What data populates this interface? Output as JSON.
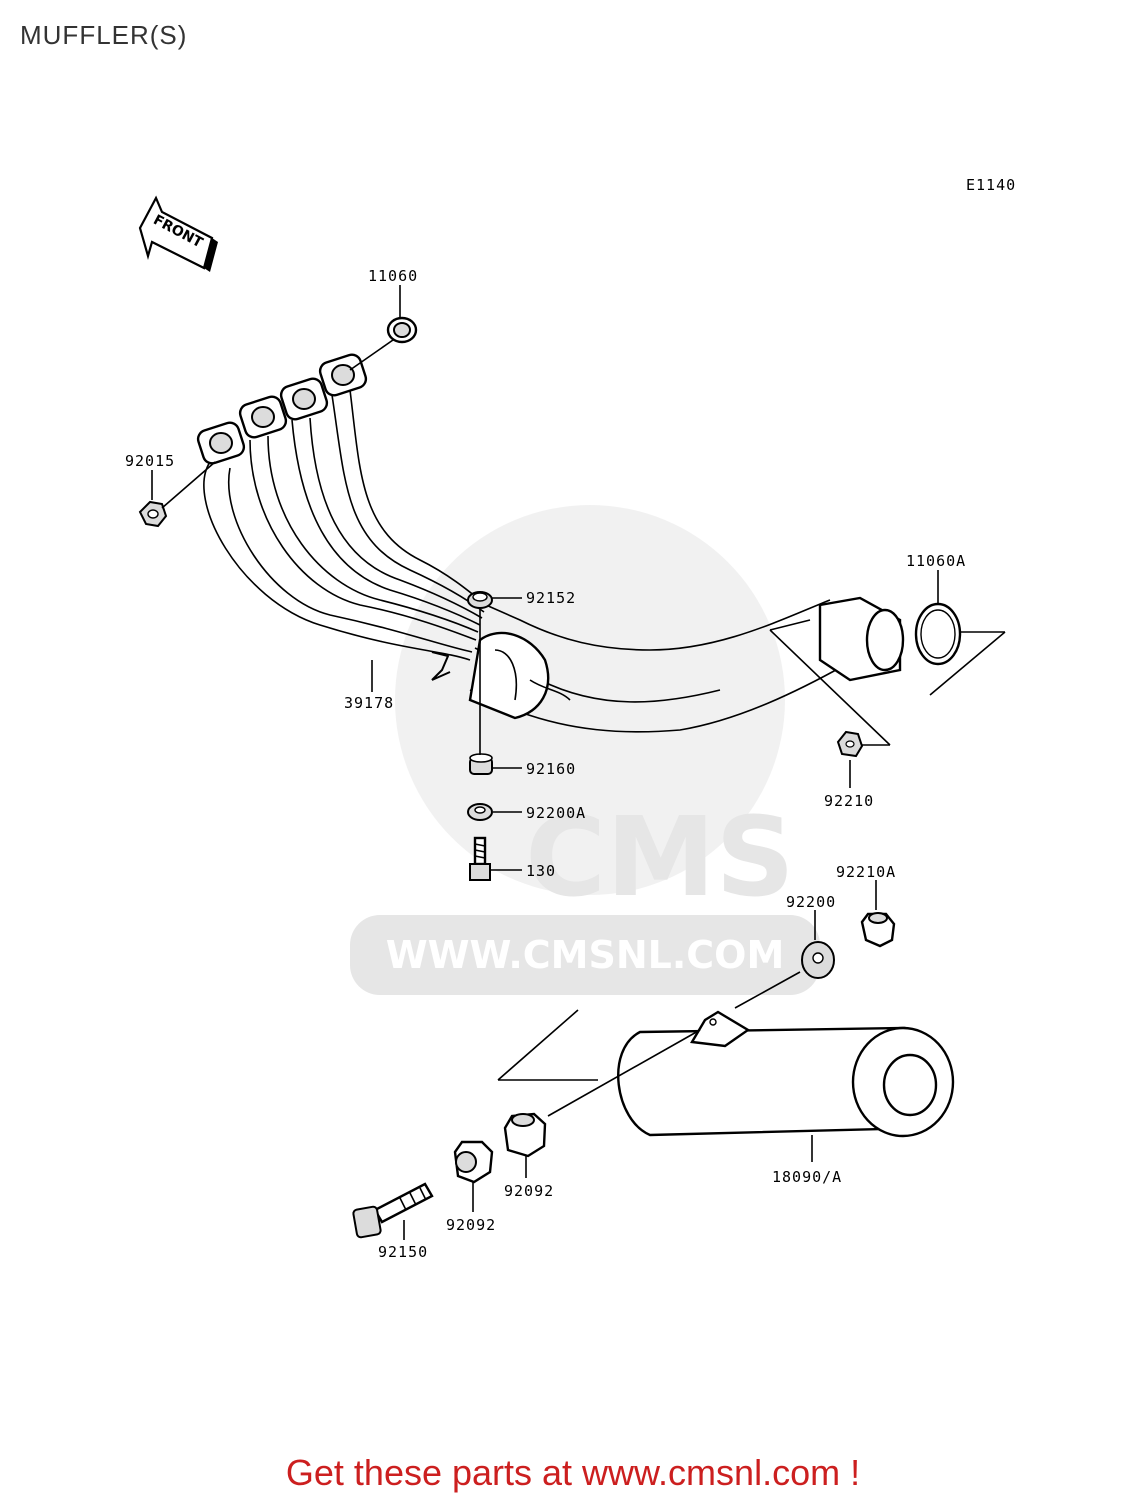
{
  "page_title": "MUFFLER(S)",
  "diagram_code": "E1140",
  "front_label": "FRONT",
  "watermark": {
    "logo_text": "CMS",
    "url_text": "WWW.CMSNL.COM"
  },
  "callouts": [
    {
      "id": "11060",
      "label": "11060"
    },
    {
      "id": "92015",
      "label": "92015"
    },
    {
      "id": "92152",
      "label": "92152"
    },
    {
      "id": "39178",
      "label": "39178"
    },
    {
      "id": "92160",
      "label": "92160"
    },
    {
      "id": "92200A",
      "label": "92200A"
    },
    {
      "id": "130",
      "label": "130"
    },
    {
      "id": "11060A",
      "label": "11060A"
    },
    {
      "id": "92210",
      "label": "92210"
    },
    {
      "id": "92210A",
      "label": "92210A"
    },
    {
      "id": "92200",
      "label": "92200"
    },
    {
      "id": "18090A",
      "label": "18090/A"
    },
    {
      "id": "92092a",
      "label": "92092"
    },
    {
      "id": "92092b",
      "label": "92092"
    },
    {
      "id": "92150",
      "label": "92150"
    }
  ],
  "footer_cta": "Get these parts at www.cmsnl.com !",
  "colors": {
    "cta": "#cc1f1f",
    "watermark": "#e6e6e6",
    "line": "#000000"
  }
}
